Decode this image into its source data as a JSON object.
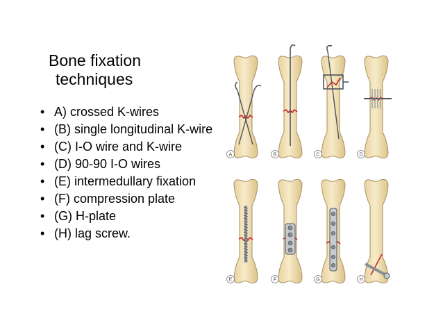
{
  "slide": {
    "title_line1": "Bone fixation",
    "title_line2": "techniques",
    "bullets": [
      "A) crossed K-wires",
      "(B) single longitudinal K-wire",
      "(C) I-O wire and K-wire",
      "(D) 90-90 I-O wires",
      "(E) intermedullary fixation",
      "(F) compression plate",
      "(G) H-plate",
      "(H) lag screw."
    ]
  },
  "figure": {
    "panel_labels": [
      "A",
      "B",
      "C",
      "D",
      "E",
      "F",
      "G",
      "H"
    ],
    "colors": {
      "bone_fill": "#f3e3b8",
      "bone_stroke": "#a88f5f",
      "fracture": "#c62828",
      "metal": "#8a8f96",
      "metal_dark": "#4f545a"
    }
  }
}
